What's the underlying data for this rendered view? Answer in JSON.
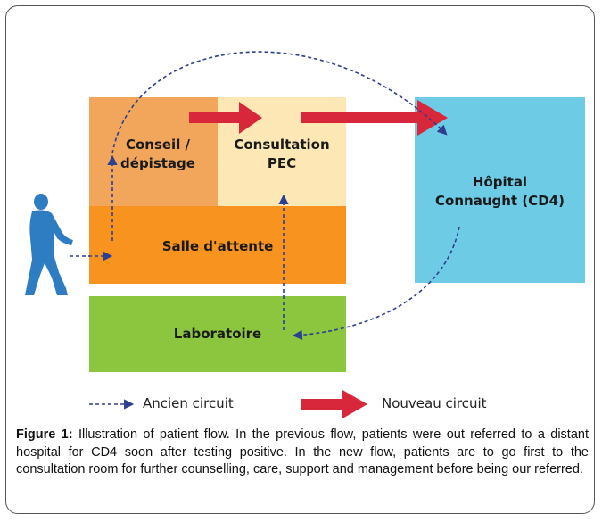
{
  "diagram": {
    "boxes": {
      "counselling": [
        "Conseil /",
        "dépistage"
      ],
      "consultation": [
        "Consultation",
        "PEC"
      ],
      "hospital": [
        "Hôpital",
        "Connaught (CD4)"
      ],
      "waiting_room": "Salle d'attente",
      "laboratory": "Laboratoire"
    },
    "colors": {
      "counselling": "#f1a65c",
      "consultation": "#fde7b5",
      "hospital": "#6dcbe6",
      "waiting_room": "#f7931e",
      "laboratory": "#8cc63f",
      "new_circuit_arrow": "#d8263a",
      "old_circuit_arrow": "#2d3f8f",
      "patient_figure": "#2e7cc2"
    },
    "legend": {
      "old_circuit": "Ancien circuit",
      "new_circuit": "Nouveau circuit"
    }
  },
  "caption": {
    "label": "Figure 1:",
    "text": " Illustration of patient flow. In the previous flow, patients were out referred to a distant hospital for CD4 soon after testing positive. In the new flow, patients are to go first to the consultation room for further counselling, care, support and management before being our referred."
  }
}
